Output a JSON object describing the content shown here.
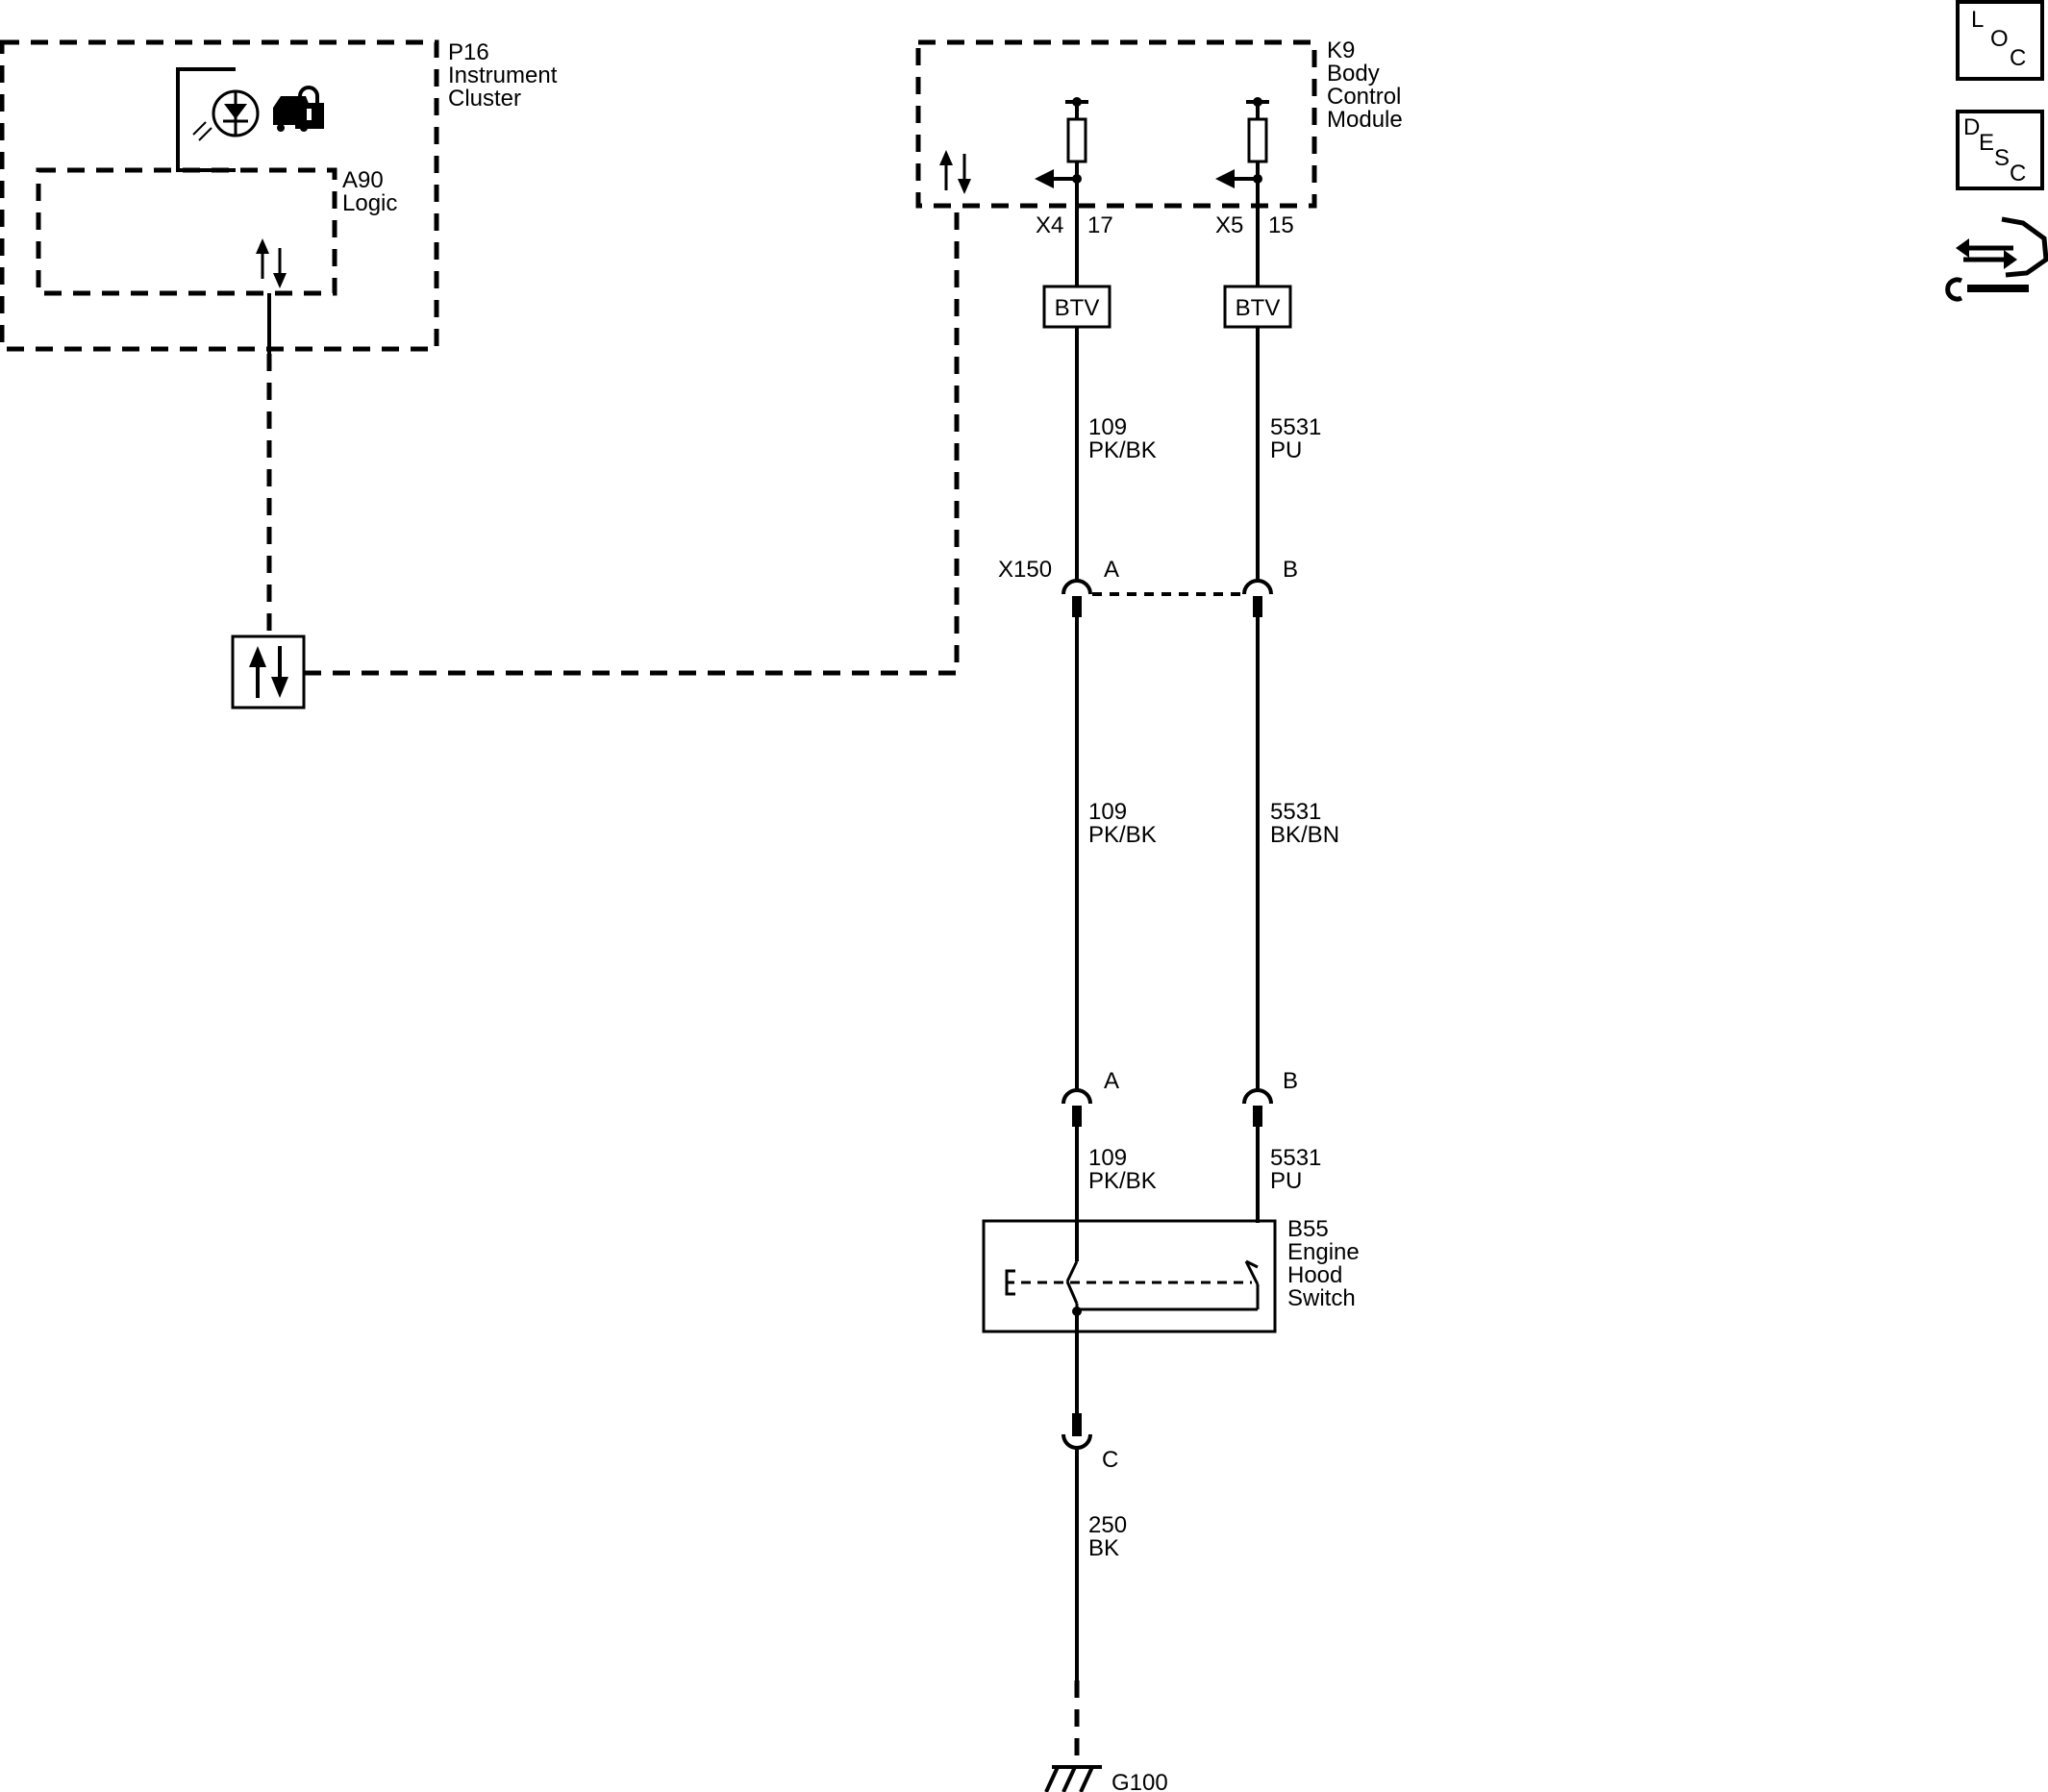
{
  "components": {
    "p16": {
      "ref": "P16",
      "lines": [
        "Instrument",
        "Cluster"
      ]
    },
    "a90": {
      "ref": "A90",
      "lines": [
        "Logic"
      ]
    },
    "k9": {
      "ref": "K9",
      "lines": [
        "Body",
        "Control",
        "Module"
      ]
    },
    "b55": {
      "ref": "B55",
      "lines": [
        "Engine",
        "Hood",
        "Switch"
      ]
    }
  },
  "k9_pins": {
    "left": {
      "connector": "X4",
      "pin": "17"
    },
    "right": {
      "connector": "X5",
      "pin": "15"
    }
  },
  "btv_label": "BTV",
  "inline_connector": {
    "ref": "X150",
    "pin_left": "A",
    "pin_right": "B"
  },
  "switch_pins": {
    "left": "A",
    "right": "B",
    "ground": "C"
  },
  "wires": {
    "w1": {
      "circuit": "109",
      "color": "PK/BK"
    },
    "w2": {
      "circuit": "5531",
      "color": "PU"
    },
    "w3": {
      "circuit": "109",
      "color": "PK/BK"
    },
    "w4": {
      "circuit": "5531",
      "color": "BK/BN"
    },
    "w5": {
      "circuit": "109",
      "color": "PK/BK"
    },
    "w6": {
      "circuit": "5531",
      "color": "PU"
    },
    "w7": {
      "circuit": "250",
      "color": "BK"
    }
  },
  "ground": {
    "ref": "G100"
  },
  "side_icons": {
    "loc": [
      "L",
      "O",
      "C"
    ],
    "desc": [
      "D",
      "E",
      "S",
      "C"
    ],
    "connector_tool": "connector-wrench-icon"
  }
}
